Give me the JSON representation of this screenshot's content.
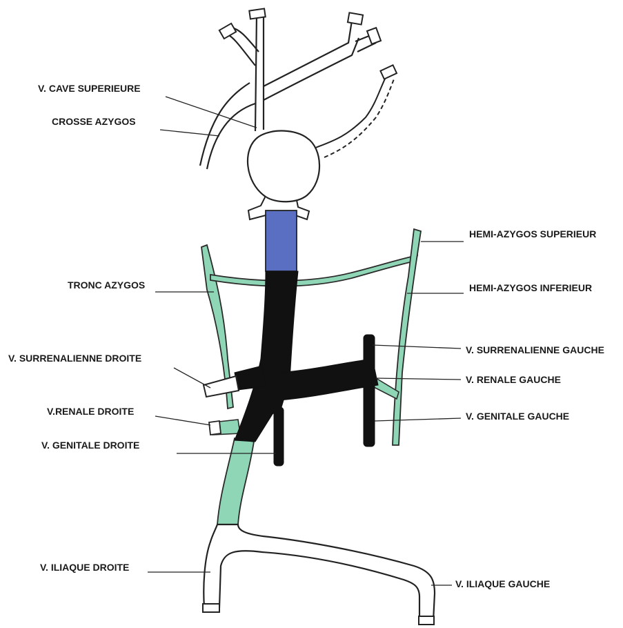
{
  "colors": {
    "background": "#ffffff",
    "outline": "#222222",
    "green_vein": "#8fd6b6",
    "blue_segment": "#5a6ec2",
    "black_vein": "#111111"
  },
  "labels": {
    "cave_superieure": "V. CAVE SUPERIEURE",
    "crosse_azygos": "CROSSE AZYGOS",
    "tronc_azygos": "TRONC AZYGOS",
    "surrenalienne_droite": "V. SURRENALIENNE DROITE",
    "renale_droite": "V.RENALE DROITE",
    "genitale_droite": "V. GENITALE DROITE",
    "iliaque_droite": "V. ILIAQUE DROITE",
    "hemi_azygos_superieur": "HEMI-AZYGOS SUPERIEUR",
    "hemi_azygos_inferieur": "HEMI-AZYGOS INFERIEUR",
    "surrenalienne_gauche": "V. SURRENALIENNE GAUCHE",
    "renale_gauche": "V. RENALE GAUCHE",
    "genitale_gauche": "V. GENITALE GAUCHE",
    "iliaque_gauche": "V. ILIAQUE GAUCHE"
  }
}
